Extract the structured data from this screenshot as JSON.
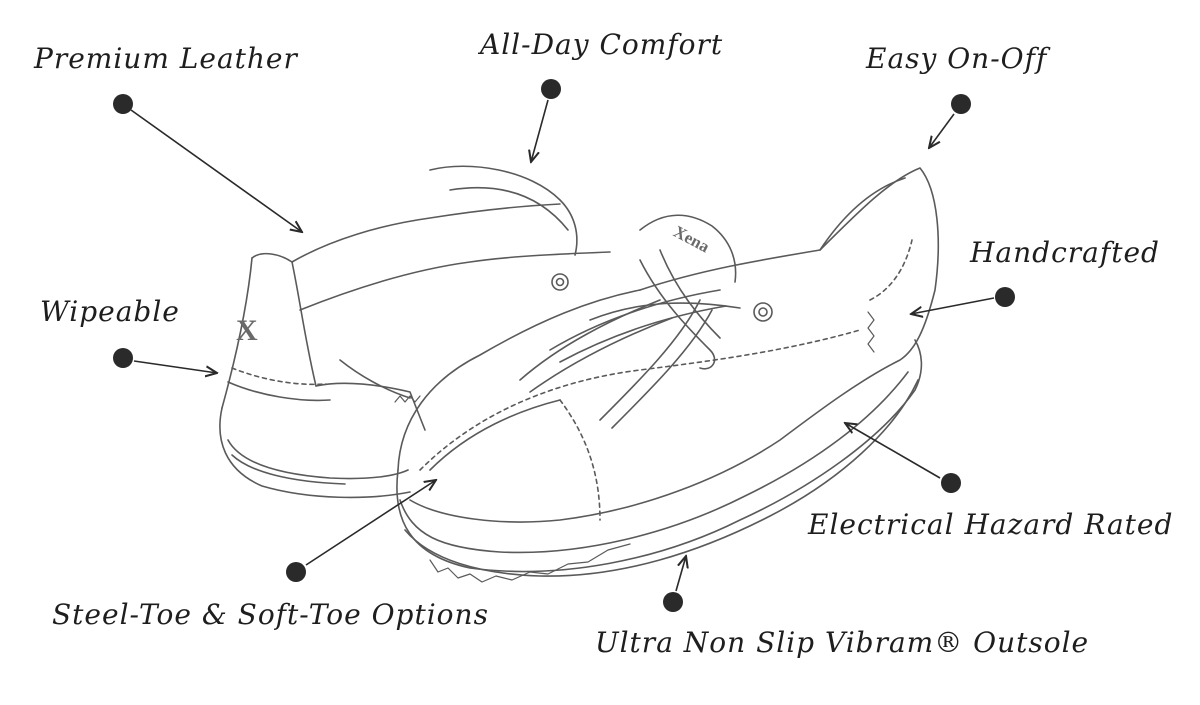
{
  "callouts": {
    "premium_leather": "Premium Leather",
    "all_day_comfort": "All-Day Comfort",
    "easy_on_off": "Easy On-Off",
    "handcrafted": "Handcrafted",
    "wipeable": "Wipeable",
    "electrical_hazard": "Electrical Hazard Rated",
    "steel_toe": "Steel-Toe & Soft-Toe Options",
    "outsole": "Ultra Non Slip Vibram® Outsole"
  },
  "shoe": {
    "heel_logo": "X",
    "tongue_logo": "Xena"
  },
  "colors": {
    "ink": "#1e1e1e",
    "sketch": "#5a5a5a",
    "dot": "#2a2a2a"
  }
}
